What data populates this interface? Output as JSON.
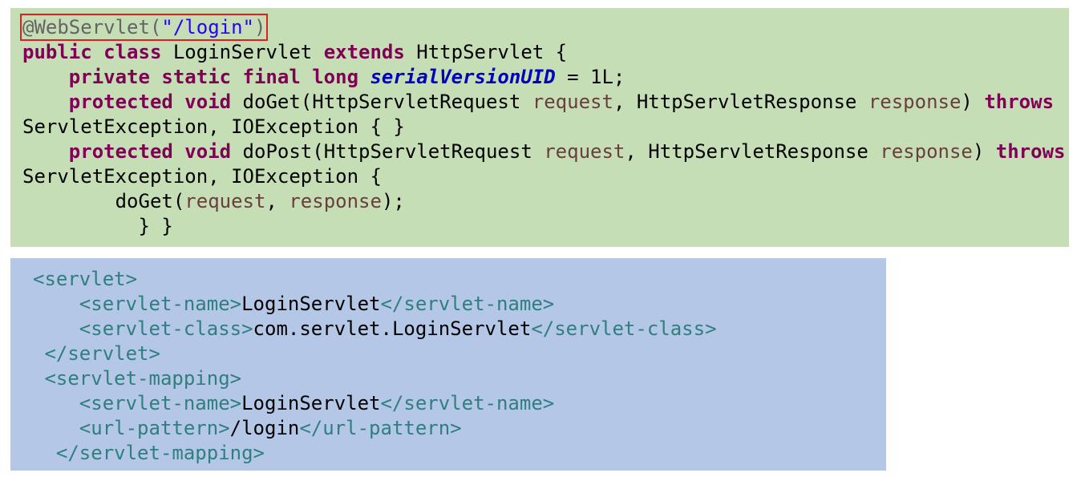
{
  "java": {
    "annotation": "@WebServlet(",
    "annotation_value": "\"/login\"",
    "annotation_close": ")",
    "line2": {
      "kw1": "public class ",
      "name": "LoginServlet ",
      "kw2": "extends ",
      "parent": "HttpServlet {"
    },
    "line3": {
      "indent": "    ",
      "kw": "private static final long ",
      "field": "serialVersionUID",
      "rest": " = 1L;"
    },
    "line4": {
      "indent": "    ",
      "kw": "protected void ",
      "m": "doGet(HttpServletRequest ",
      "p1": "request",
      "mid": ", HttpServletResponse ",
      "p2": "response",
      "close": ") ",
      "throws": "throws"
    },
    "line5": {
      "text": "ServletException, IOException { }"
    },
    "line6": {
      "indent": "    ",
      "kw": "protected void ",
      "m": "doPost(HttpServletRequest ",
      "p1": "request",
      "mid": ", HttpServletResponse ",
      "p2": "response",
      "close": ") ",
      "throws": "throws"
    },
    "line7": {
      "text": "ServletException, IOException {"
    },
    "line8": {
      "indent": "        ",
      "call": "doGet(",
      "a1": "request",
      "sep": ", ",
      "a2": "response",
      "end": ");"
    },
    "line9": {
      "text": "          } }"
    }
  },
  "xml": {
    "l1": {
      "indent": "",
      "tag": "<servlet>"
    },
    "l2": {
      "indent": "    ",
      "open": "<servlet-name>",
      "value": "LoginServlet",
      "close": "</servlet-name>"
    },
    "l3": {
      "indent": "    ",
      "open": "<servlet-class>",
      "value": "com.servlet.LoginServlet",
      "close": "</servlet-class>"
    },
    "l4": {
      "indent": " ",
      "tag": "</servlet>"
    },
    "l5": {
      "indent": " ",
      "tag": "<servlet-mapping>"
    },
    "l6": {
      "indent": "    ",
      "open": "<servlet-name>",
      "value": "LoginServlet",
      "close": "</servlet-name>"
    },
    "l7": {
      "indent": "    ",
      "open": "<url-pattern>",
      "value": "/login",
      "close": "</url-pattern>"
    },
    "l8": {
      "indent": "  ",
      "tag": "</servlet-mapping>"
    }
  }
}
